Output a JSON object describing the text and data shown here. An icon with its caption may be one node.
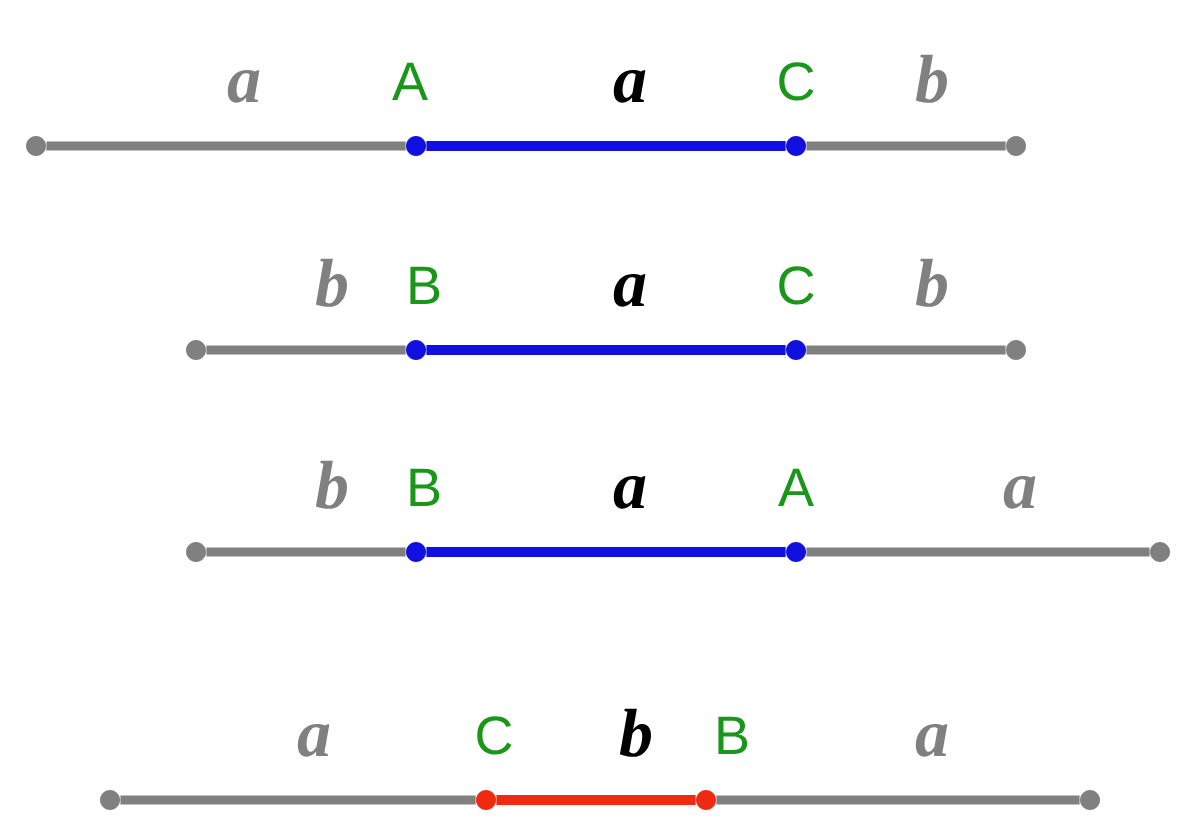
{
  "diagram": {
    "nodes": [
      {
        "text": [],
        "shape": "circle"
      },
      {
        "text": [],
        "shape": "circle",
        "beside": [
          "A"
        ]
      },
      {
        "text": [],
        "shape": "circle",
        "beside": [
          "C"
        ]
      },
      {
        "text": [],
        "shape": "circle"
      },
      {
        "text": [],
        "shape": "circle"
      },
      {
        "text": [],
        "shape": "circle",
        "beside": [
          "B"
        ]
      },
      {
        "text": [],
        "shape": "circle",
        "beside": [
          "C"
        ]
      },
      {
        "text": [],
        "shape": "circle"
      },
      {
        "text": [],
        "shape": "circle"
      },
      {
        "text": [],
        "shape": "circle",
        "beside": [
          "B"
        ]
      },
      {
        "text": [],
        "shape": "circle",
        "beside": [
          "A"
        ]
      },
      {
        "text": [],
        "shape": "circle"
      },
      {
        "text": [],
        "shape": "circle"
      },
      {
        "text": [],
        "shape": "circle",
        "beside": [
          "C"
        ]
      },
      {
        "text": [],
        "shape": "circle",
        "beside": [
          "B"
        ]
      },
      {
        "text": [],
        "shape": "circle"
      }
    ],
    "edges": [
      {
        "from": 0,
        "to": 1,
        "arrow": "none",
        "label": "a"
      },
      {
        "from": 1,
        "to": 2,
        "arrow": "none",
        "label": "a",
        "color": "#1010e0"
      },
      {
        "from": 2,
        "to": 3,
        "arrow": "none",
        "label": "b"
      },
      {
        "from": 4,
        "to": 5,
        "arrow": "none",
        "label": "b"
      },
      {
        "from": 5,
        "to": 6,
        "arrow": "none",
        "label": "a",
        "color": "#1010e0"
      },
      {
        "from": 6,
        "to": 7,
        "arrow": "none",
        "label": "b"
      },
      {
        "from": 8,
        "to": 9,
        "arrow": "none",
        "label": "b"
      },
      {
        "from": 9,
        "to": 10,
        "arrow": "none",
        "label": "a",
        "color": "#1010e0"
      },
      {
        "from": 10,
        "to": 11,
        "arrow": "none",
        "label": "a"
      },
      {
        "from": 12,
        "to": 13,
        "arrow": "none",
        "label": "a"
      },
      {
        "from": 13,
        "to": 14,
        "arrow": "none",
        "label": "b",
        "color": "#f02a10"
      },
      {
        "from": 14,
        "to": 15,
        "arrow": "none",
        "label": "a"
      }
    ]
  }
}
